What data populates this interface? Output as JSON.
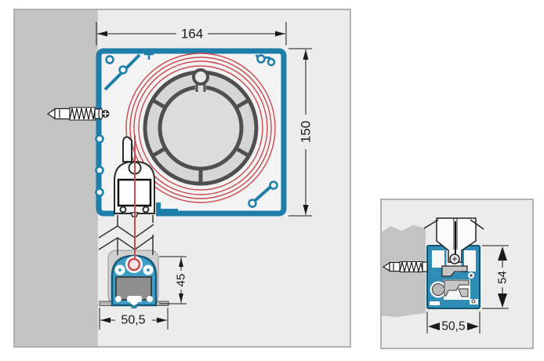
{
  "diagram": {
    "main_view": {
      "dim_box_width": "164",
      "dim_box_height": "150",
      "dim_rail_height": "45",
      "dim_rail_width": "50,5"
    },
    "detail_view": {
      "dim_height": "54",
      "dim_width": "50,5"
    },
    "colors": {
      "profile_blue": "#1d7fa9",
      "rail_blue": "#3e9ec6",
      "coil_red": "#c94a4f",
      "wall_gray": "#c3c3c3",
      "panel_bg": "#ececec",
      "metal_gray": "#d6d6d6",
      "dark_gray": "#8f8f8f",
      "line_black": "#1a1a1a"
    }
  }
}
